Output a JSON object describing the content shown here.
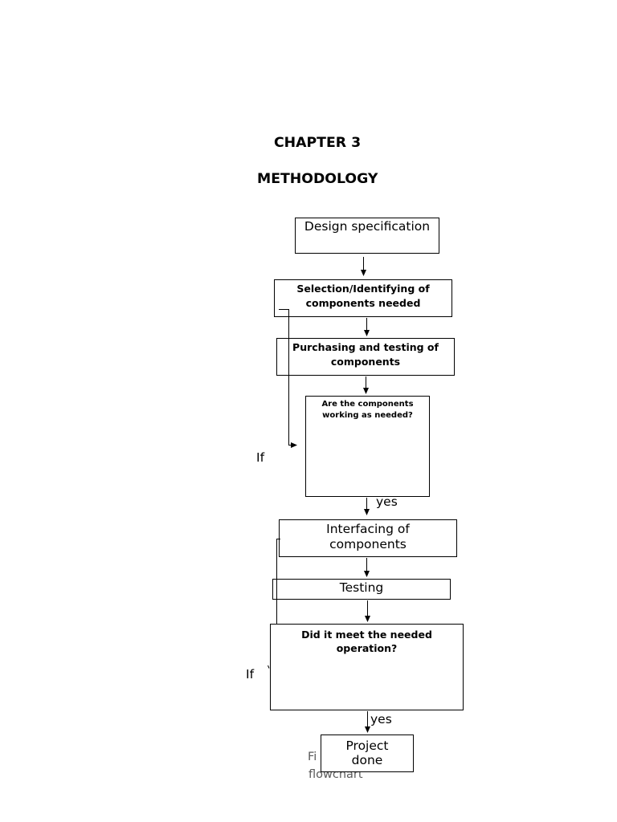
{
  "document": {
    "chapter_heading": "CHAPTER 3",
    "section_heading": "METHODOLOGY"
  },
  "flowchart": {
    "steps": [
      {
        "lines": [
          "Design specification"
        ]
      },
      {
        "lines": [
          "Selection/Identifying of",
          "components needed"
        ]
      },
      {
        "lines": [
          "Purchasing and testing of",
          "components"
        ]
      },
      {
        "lines": [
          "Are the components",
          "working as needed?"
        ]
      },
      {
        "lines": [
          "Interfacing of",
          "components"
        ]
      },
      {
        "lines": [
          "Testing"
        ]
      },
      {
        "lines": [
          "Did it meet the needed",
          "operation?"
        ]
      },
      {
        "lines": [
          "Project",
          "done"
        ]
      }
    ],
    "branch_labels": {
      "first_decision_left": "If",
      "first_decision_yes": "yes",
      "second_decision_left": "If",
      "second_decision_yes": "yes"
    }
  },
  "caption": {
    "line_1": "Fi",
    "line_2": "flowchart"
  }
}
